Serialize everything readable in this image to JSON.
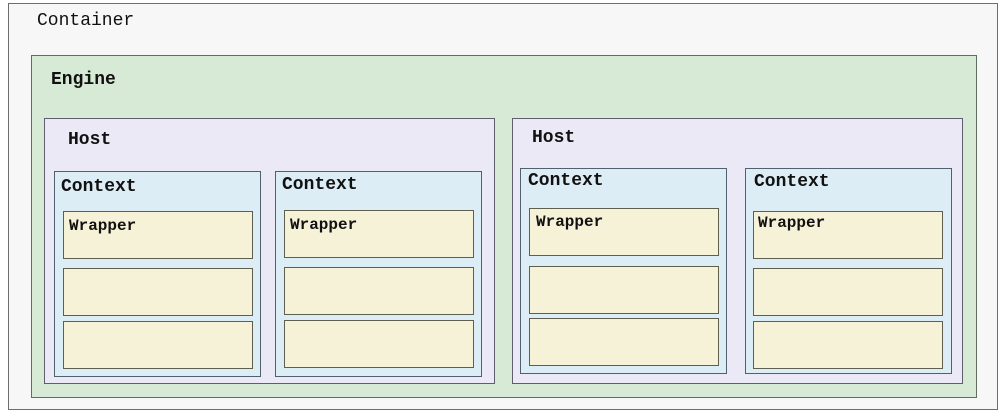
{
  "container": {
    "label": "Container"
  },
  "engine": {
    "label": "Engine"
  },
  "hosts": [
    {
      "label": "Host",
      "contexts": [
        {
          "label": "Context",
          "wrappers": [
            "Wrapper",
            "",
            ""
          ]
        },
        {
          "label": "Context",
          "wrappers": [
            "Wrapper",
            "",
            ""
          ]
        }
      ]
    },
    {
      "label": "Host",
      "contexts": [
        {
          "label": "Context",
          "wrappers": [
            "Wrapper",
            "",
            ""
          ]
        },
        {
          "label": "Context",
          "wrappers": [
            "Wrapper",
            "",
            ""
          ]
        }
      ]
    }
  ],
  "colors": {
    "container_fill": "#f7f7f7",
    "engine_fill": "#d7ead6",
    "host_fill": "#ece9f6",
    "context_fill": "#dcedf6",
    "wrapper_fill": "#f6f2d8"
  }
}
